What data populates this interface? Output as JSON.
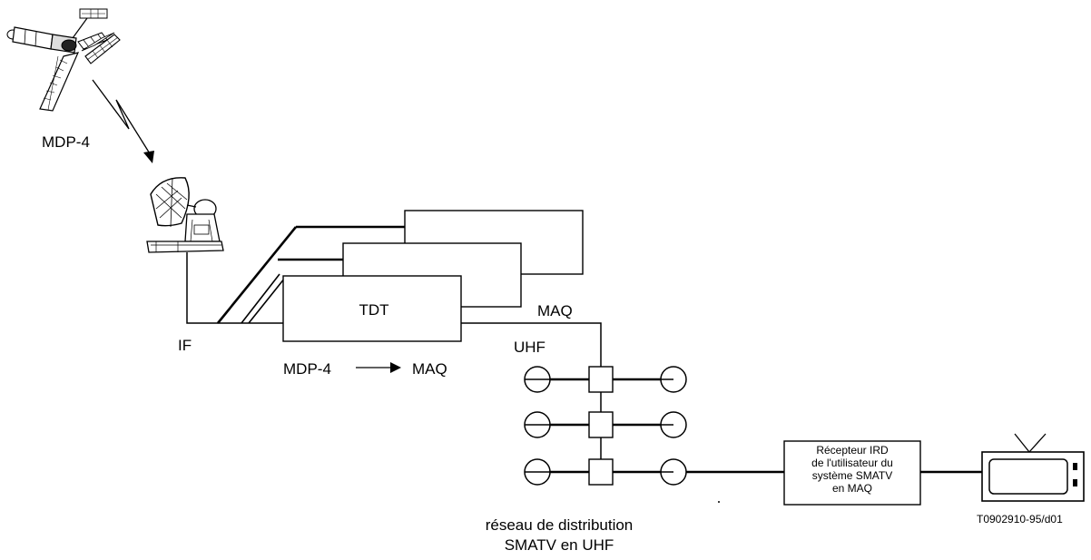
{
  "labels": {
    "mdp4_downlink": "MDP-4",
    "tdt": "TDT",
    "maq_out": "MAQ",
    "if": "IF",
    "uhf": "UHF",
    "conv_from": "MDP-4",
    "conv_to": "MAQ",
    "network_line1": "réseau de distribution",
    "network_line2": "SMATV en UHF",
    "receiver_line1": "Récepteur IRD",
    "receiver_line2": "de l'utilisateur du",
    "receiver_line3": "système SMATV",
    "receiver_line4": "en MAQ",
    "figure_ref": "T0902910-95/d01"
  },
  "icons": [
    "satellite-icon",
    "dish-antenna-icon",
    "tv-icon"
  ]
}
